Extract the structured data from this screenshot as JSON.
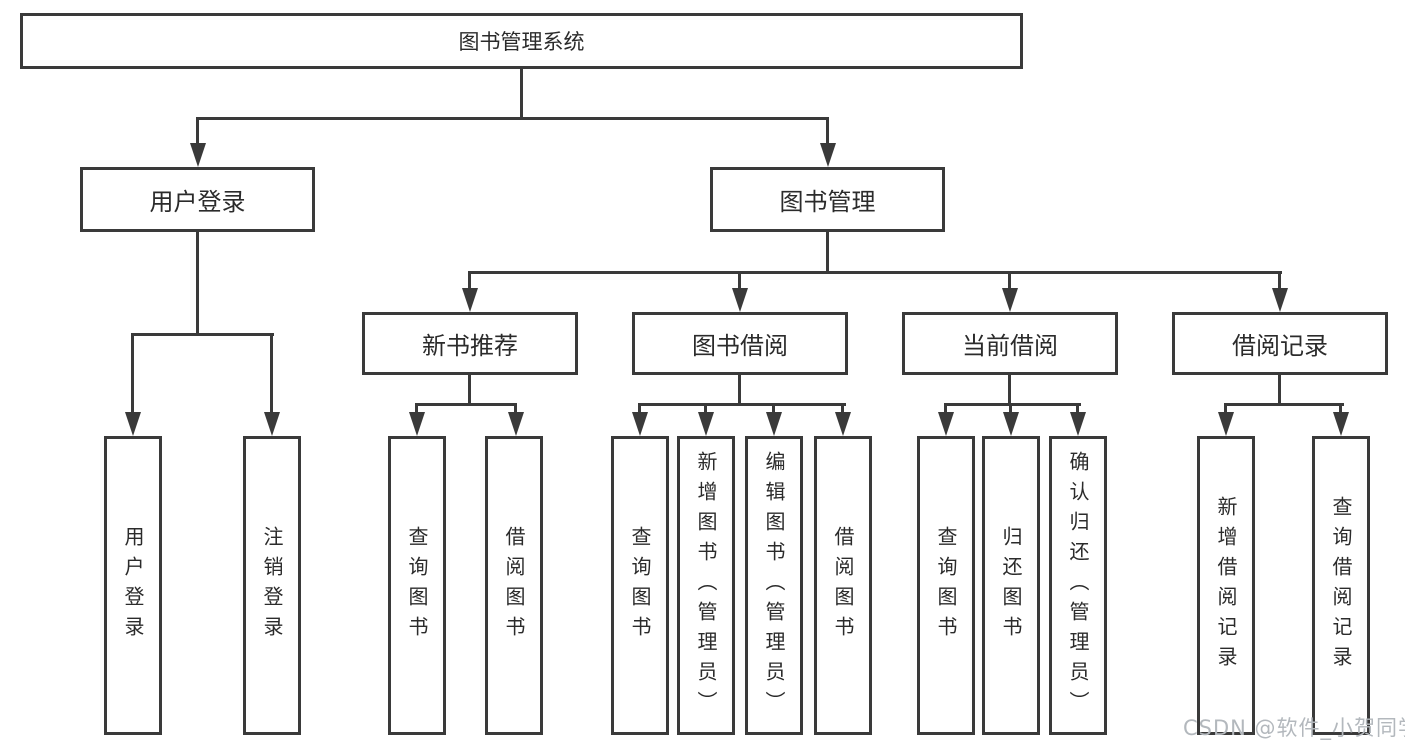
{
  "diagram_title": "图书管理系统",
  "colors": {
    "line": "#3a3a3a",
    "text": "#2b2b2b",
    "watermark": "#b3b8bd",
    "background": "#ffffff"
  },
  "tree": {
    "root": {
      "label": "图书管理系统"
    },
    "level2": [
      {
        "label": "用户登录"
      },
      {
        "label": "图书管理"
      }
    ],
    "level3": [
      {
        "label": "新书推荐",
        "parent": "图书管理"
      },
      {
        "label": "图书借阅",
        "parent": "图书管理"
      },
      {
        "label": "当前借阅",
        "parent": "图书管理"
      },
      {
        "label": "借阅记录",
        "parent": "图书管理"
      }
    ],
    "leaves": [
      {
        "label": "用户登录",
        "parent": "用户登录"
      },
      {
        "label": "注销登录",
        "parent": "用户登录"
      },
      {
        "label": "查询图书",
        "parent": "新书推荐"
      },
      {
        "label": "借阅图书",
        "parent": "新书推荐"
      },
      {
        "label": "查询图书",
        "parent": "图书借阅"
      },
      {
        "label": "新增图书（管理员）",
        "parent": "图书借阅"
      },
      {
        "label": "编辑图书（管理员）",
        "parent": "图书借阅"
      },
      {
        "label": "借阅图书",
        "parent": "图书借阅"
      },
      {
        "label": "查询图书",
        "parent": "当前借阅"
      },
      {
        "label": "归还图书",
        "parent": "当前借阅"
      },
      {
        "label": "确认归还（管理员）",
        "parent": "当前借阅"
      },
      {
        "label": "新增借阅记录",
        "parent": "借阅记录"
      },
      {
        "label": "查询借阅记录",
        "parent": "借阅记录"
      }
    ]
  },
  "watermark": {
    "text": "CSDN @软件_小贺同学"
  }
}
